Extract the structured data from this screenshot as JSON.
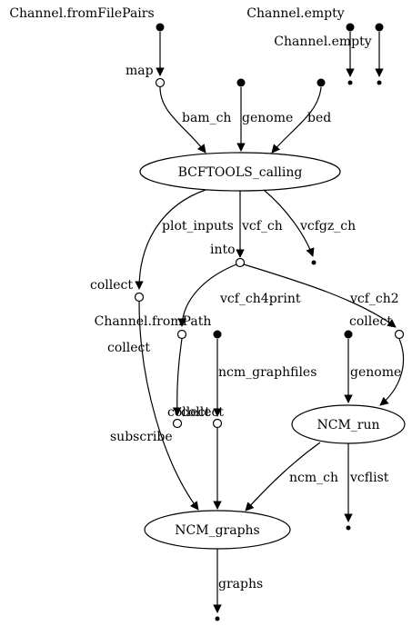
{
  "sources": {
    "fromFilePairs": "Channel.fromFilePairs",
    "empty1": "Channel.empty",
    "empty2": "Channel.empty",
    "fromPath": "Channel.fromPath"
  },
  "processes": {
    "bcftools": "BCFTOOLS_calling",
    "ncm_run": "NCM_run",
    "ncm_graphs": "NCM_graphs"
  },
  "operators": {
    "map": "map",
    "into": "into",
    "collect1": "collect",
    "collect2": "collect",
    "collect3": "collect",
    "collect4": "collect",
    "collect5": "collect",
    "subscribe": "subscribe"
  },
  "edges": {
    "bam_ch": "bam_ch",
    "genome1": "genome",
    "bed": "bed",
    "plot_inputs": "plot_inputs",
    "vcf_ch": "vcf_ch",
    "vcfgz_ch": "vcfgz_ch",
    "vcf_ch4print": "vcf_ch4print",
    "vcf_ch2": "vcf_ch2",
    "ncm_graphfiles": "ncm_graphfiles",
    "genome2": "genome",
    "ncm_ch": "ncm_ch",
    "vcflist": "vcflist",
    "graphs": "graphs"
  }
}
